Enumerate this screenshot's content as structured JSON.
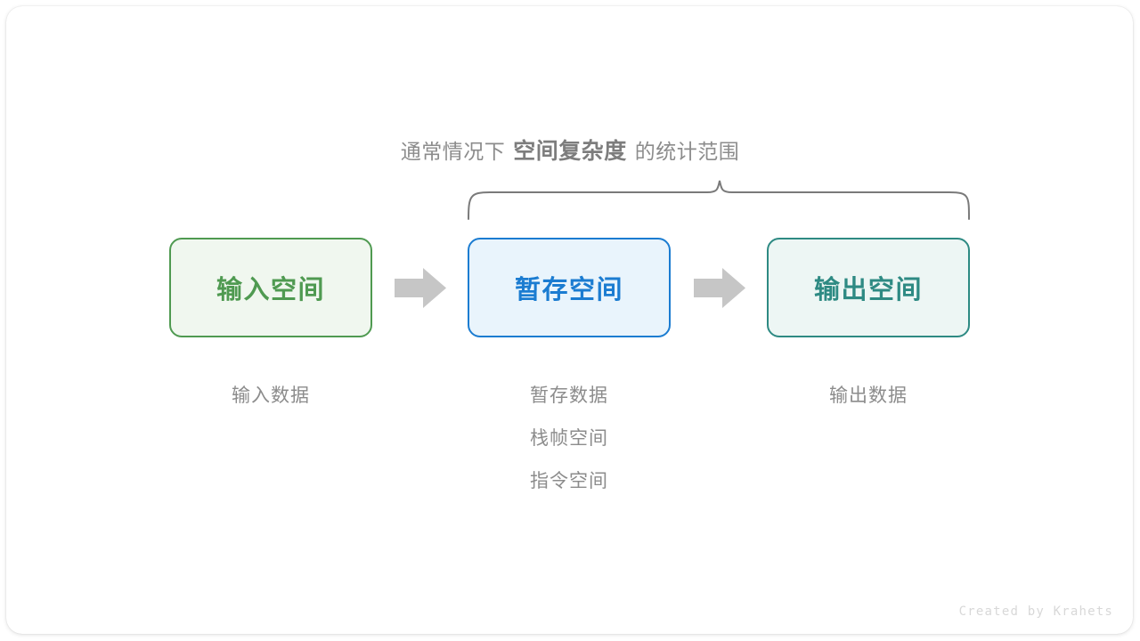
{
  "diagram": {
    "heading": {
      "prefix": "通常情况下",
      "emphasis": "空间复杂度",
      "suffix": "的统计范围"
    },
    "brace": {
      "name": "curly-brace",
      "color": "#7a7a7a",
      "spans": [
        "暂存空间",
        "输出空间"
      ]
    },
    "stages": [
      {
        "id": "input",
        "box_label": "输入空间",
        "border_color": "#4f9a51",
        "fill_color": "#f0f7ef",
        "text_color": "#4f9a51",
        "captions": [
          "输入数据"
        ]
      },
      {
        "id": "temp",
        "box_label": "暂存空间",
        "border_color": "#1b7cd1",
        "fill_color": "#e9f4fc",
        "text_color": "#1b7cd1",
        "captions": [
          "暂存数据",
          "栈帧空间",
          "指令空间"
        ]
      },
      {
        "id": "output",
        "box_label": "输出空间",
        "border_color": "#2e8a83",
        "fill_color": "#edf6f4",
        "text_color": "#2e8a83",
        "captions": [
          "输出数据"
        ]
      }
    ],
    "arrows": {
      "name": "right-block-arrow",
      "color": "#c6c6c6",
      "count": 2
    },
    "watermark": "Created by Krahets",
    "caption_color": "#8c8c8c"
  }
}
